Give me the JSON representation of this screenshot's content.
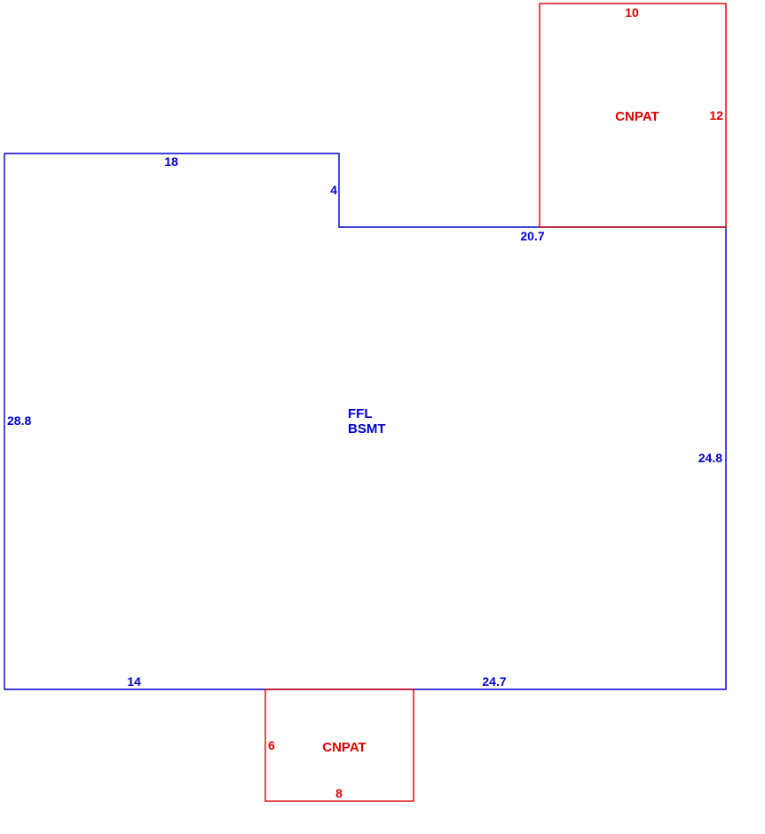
{
  "colors": {
    "main_structure": "#0000cc",
    "patio": "#dd0000"
  },
  "main_area": {
    "label_line1": "FFL",
    "label_line2": "BSMT",
    "dims": {
      "top_left": "18",
      "notch": "4",
      "top_right": "20.7",
      "left": "28.8",
      "right": "24.8",
      "bottom_left": "14",
      "bottom_right": "24.7"
    }
  },
  "patio_top": {
    "label": "CNPAT",
    "dims": {
      "top": "10",
      "right": "12"
    }
  },
  "patio_bottom": {
    "label": "CNPAT",
    "dims": {
      "left": "6",
      "bottom": "8"
    }
  }
}
